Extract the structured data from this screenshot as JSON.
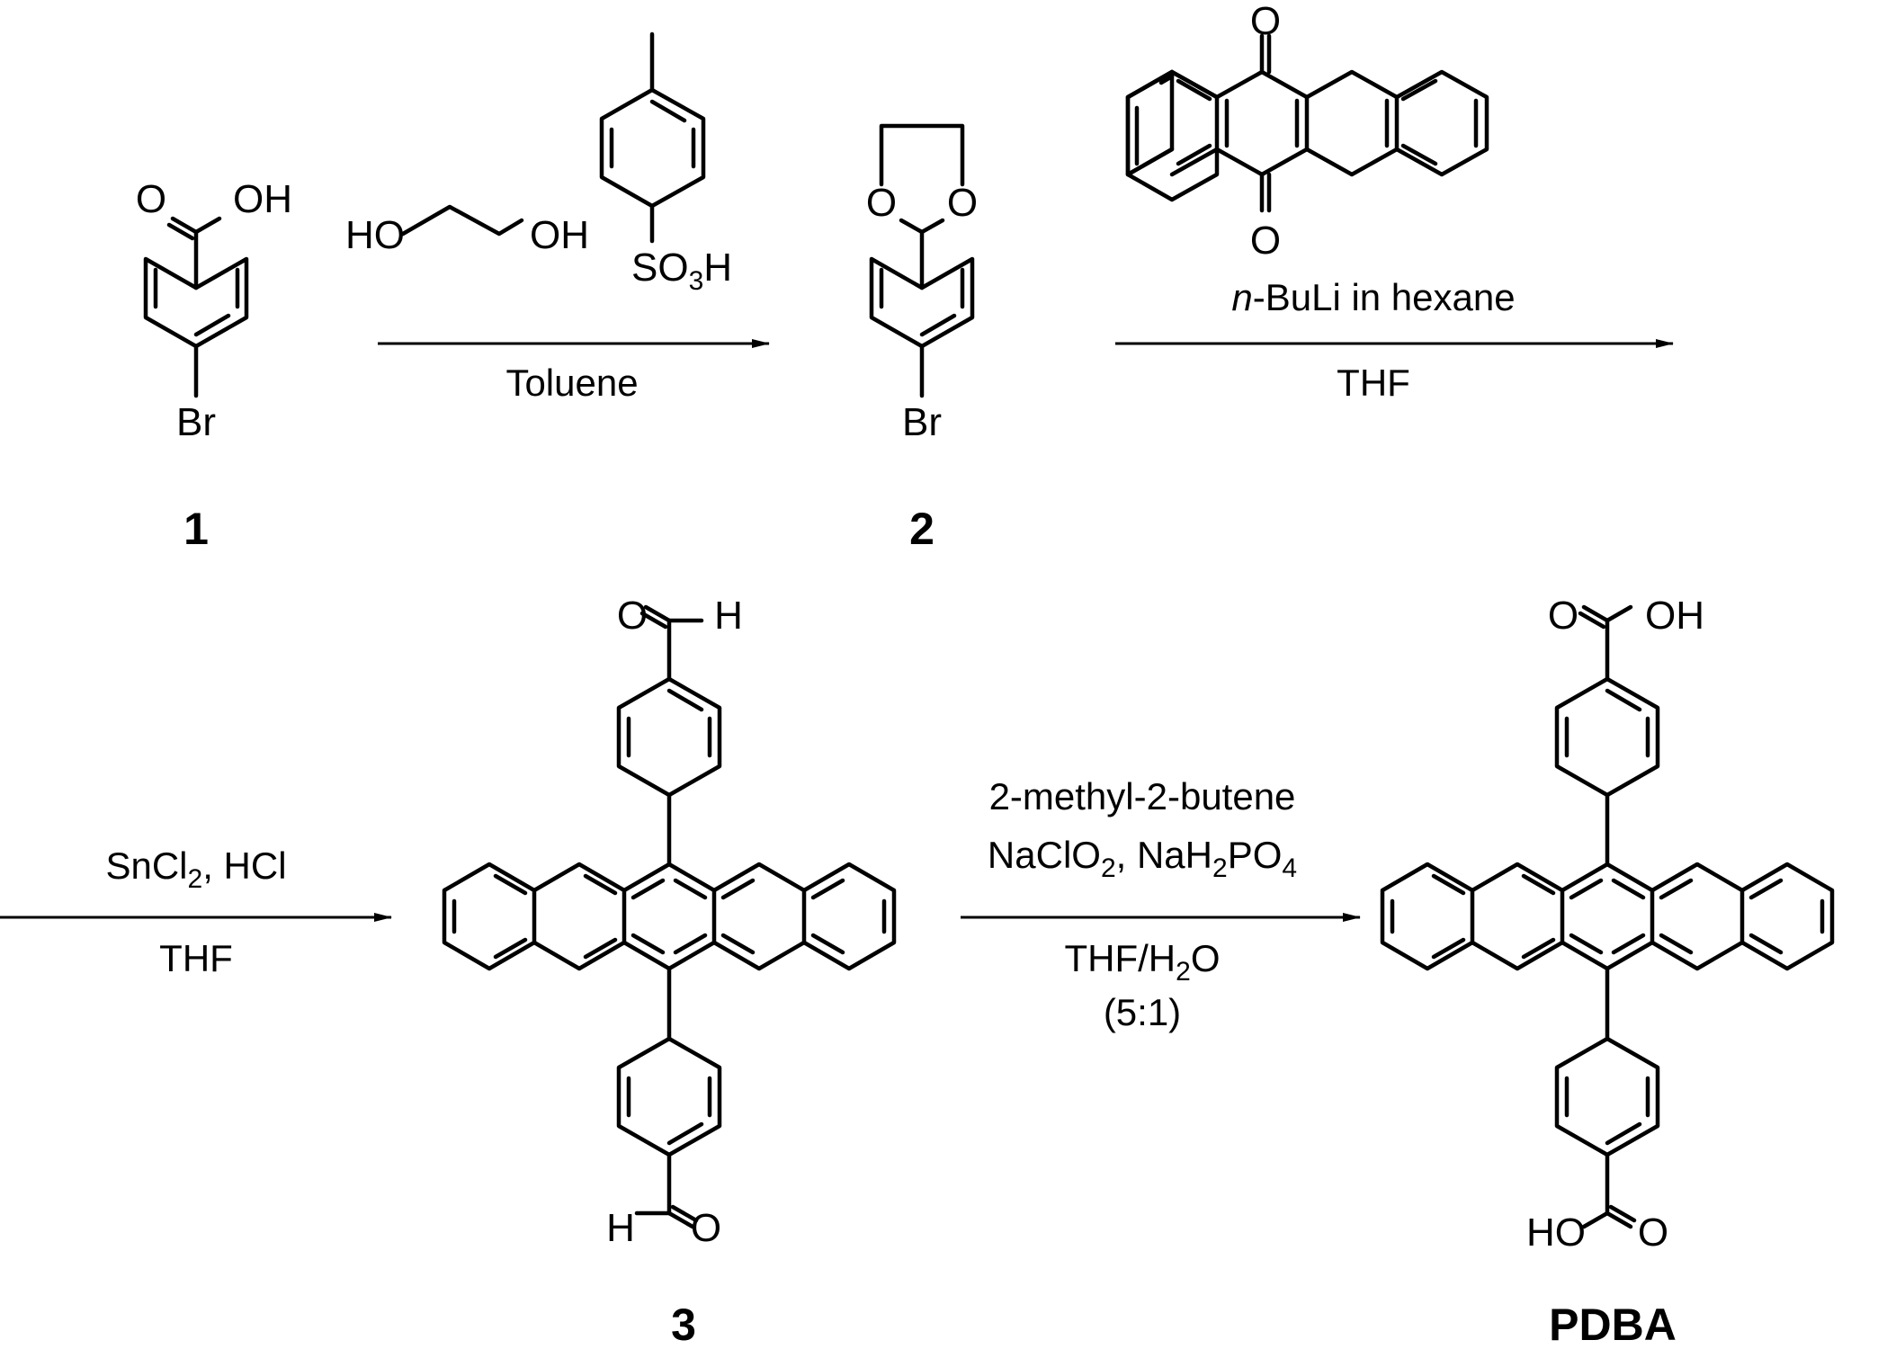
{
  "compounds": {
    "c1": "1",
    "c2": "2",
    "c3": "3",
    "pdba": "PDBA"
  },
  "atoms": {
    "o": "O",
    "oh": "OH",
    "ho": "HO",
    "h": "H",
    "br": "Br",
    "so3h_s": "SO",
    "so3h_3": "3",
    "so3h_h": "H"
  },
  "step1": {
    "solvent": "Toluene"
  },
  "step2": {
    "reagent_prefix": "n",
    "reagent_rest": "-BuLi in hexane",
    "solvent": "THF"
  },
  "step3": {
    "reagent_a": "SnCl",
    "reagent_a_sub": "2",
    "reagent_b": ", HCl",
    "solvent": "THF"
  },
  "step4": {
    "reagent1": "2-methyl-2-butene",
    "reagent2_a": "NaClO",
    "reagent2_a_sub": "2",
    "reagent2_b": ", NaH",
    "reagent2_b_sub": "2",
    "reagent2_c": "PO",
    "reagent2_c_sub": "4",
    "solvent_a": "THF/H",
    "solvent_sub": "2",
    "solvent_b": "O",
    "ratio": "(5:1)"
  }
}
